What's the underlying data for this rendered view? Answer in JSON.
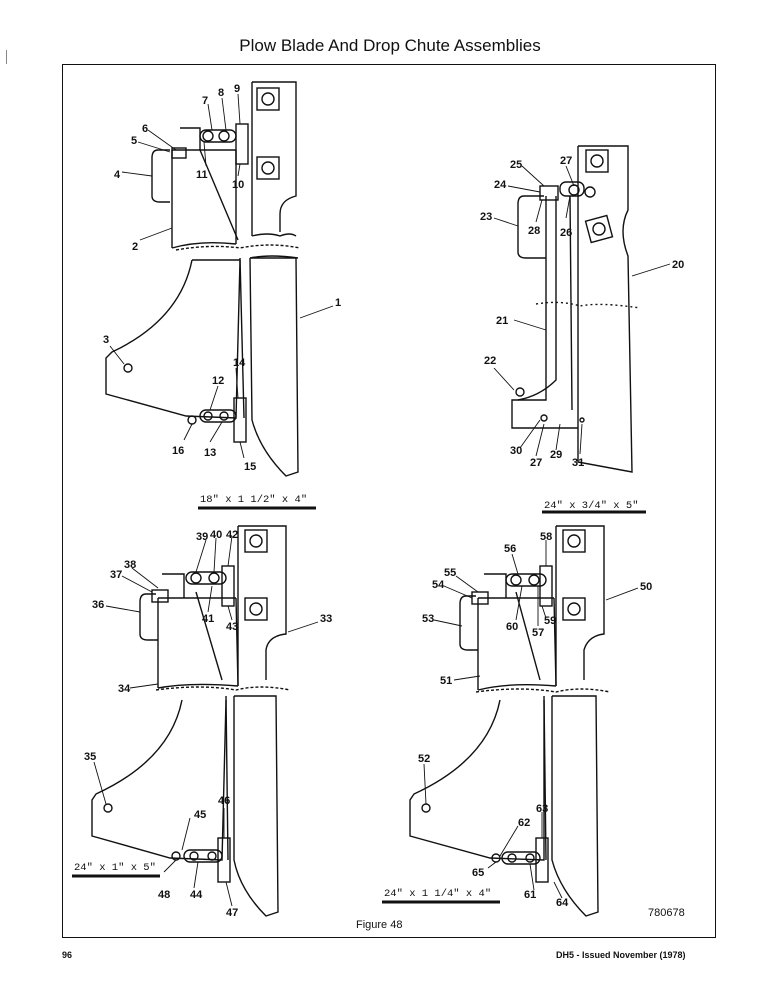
{
  "page": {
    "title": "Plow Blade And Drop Chute Assemblies",
    "figure_caption": "Figure 48",
    "figure_code": "780678",
    "page_number": "96",
    "footer_text": "DH5 - Issued November (1978)"
  },
  "dimensions": {
    "top_left": "18\" x 1 1/2\" x 4\"",
    "top_right": "24\" x 3/4\" x 5\"",
    "bottom_left": "24\" x 1\" x 5\"",
    "bottom_right": "24\" x 1 1/4\" x 4\""
  },
  "callouts": {
    "n1": "1",
    "n2": "2",
    "n3": "3",
    "n4": "4",
    "n5": "5",
    "n6": "6",
    "n7": "7",
    "n8": "8",
    "n9": "9",
    "n10": "10",
    "n11": "11",
    "n12": "12",
    "n13": "13",
    "n14": "14",
    "n15": "15",
    "n16": "16",
    "n20": "20",
    "n21": "21",
    "n22": "22",
    "n23": "23",
    "n24": "24",
    "n25": "25",
    "n26": "26",
    "n27": "27",
    "n27b": "27",
    "n28": "28",
    "n29": "29",
    "n30": "30",
    "n31": "31",
    "n33": "33",
    "n34": "34",
    "n35": "35",
    "n36": "36",
    "n37": "37",
    "n38": "38",
    "n39": "39",
    "n40": "40",
    "n41": "41",
    "n42": "42",
    "n43": "43",
    "n44": "44",
    "n45": "45",
    "n46": "46",
    "n47": "47",
    "n48": "48",
    "n50": "50",
    "n51": "51",
    "n52": "52",
    "n53": "53",
    "n54": "54",
    "n55": "55",
    "n56": "56",
    "n57": "57",
    "n58": "58",
    "n59": "59",
    "n60": "60",
    "n61": "61",
    "n62": "62",
    "n63": "63",
    "n64": "64",
    "n65": "65"
  }
}
